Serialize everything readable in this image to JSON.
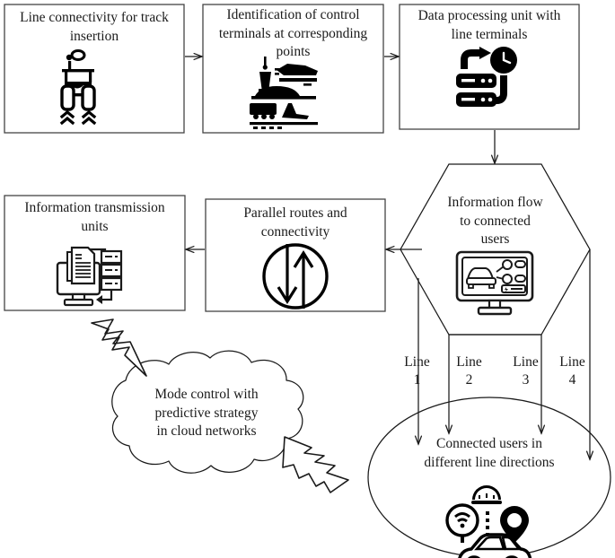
{
  "diagram": {
    "title": "Line connectivity and information flow process diagram",
    "stroke_color": "#1a1a1a",
    "fill_color": "#ffffff",
    "nodes": [
      {
        "id": "track-insertion",
        "shape": "rectangle",
        "label": "Line connectivity for track\ninsertion",
        "icon": "tractor-icon"
      },
      {
        "id": "control-terminals",
        "shape": "rectangle",
        "label": "Identification of control\nterminals at corresponding\npoints",
        "icon": "transport-terminal-icon"
      },
      {
        "id": "data-processing",
        "shape": "rectangle",
        "label": "Data processing unit with\nline terminals",
        "icon": "server-clock-icon"
      },
      {
        "id": "information-flow",
        "shape": "hexagon",
        "label": "Information flow\nto connected\nusers",
        "icon": "monitor-car-icon"
      },
      {
        "id": "parallel-routes",
        "shape": "rectangle",
        "label": "Parallel routes and\nconnectivity",
        "icon": "bidirectional-arrows-icon"
      },
      {
        "id": "transmission-units",
        "shape": "rectangle",
        "label": "Information transmission\nunits",
        "icon": "monitor-documents-server-icon"
      },
      {
        "id": "cloud-mode-control",
        "shape": "cloud",
        "label": "Mode control with\npredictive strategy\nin cloud networks",
        "icon": "none"
      },
      {
        "id": "connected-users",
        "shape": "ellipse",
        "label": "Connected users in\ndifferent line directions",
        "icon": "connected-car-icon"
      }
    ],
    "line_labels": [
      {
        "id": "line-1",
        "label": "Line\n1"
      },
      {
        "id": "line-2",
        "label": "Line\n2"
      },
      {
        "id": "line-3",
        "label": "Line\n3"
      },
      {
        "id": "line-4",
        "label": "Line\n4"
      }
    ],
    "connectors": [
      {
        "id": "arrow-track-to-control",
        "type": "arrow-right"
      },
      {
        "id": "arrow-control-to-data",
        "type": "arrow-right"
      },
      {
        "id": "arrow-data-to-hexagon",
        "type": "arrow-down"
      },
      {
        "id": "arrow-hexagon-to-parallel",
        "type": "arrow-left"
      },
      {
        "id": "arrow-parallel-to-transmission",
        "type": "arrow-left"
      },
      {
        "id": "arrow-line-1",
        "type": "arrow-down"
      },
      {
        "id": "arrow-line-2",
        "type": "arrow-down"
      },
      {
        "id": "arrow-line-3",
        "type": "arrow-down"
      },
      {
        "id": "arrow-line-4",
        "type": "arrow-down"
      },
      {
        "id": "bolt-transmission-to-cloud",
        "type": "lightning-bolt-down-right"
      },
      {
        "id": "bolt-users-to-cloud",
        "type": "lightning-bolt-left"
      }
    ]
  }
}
